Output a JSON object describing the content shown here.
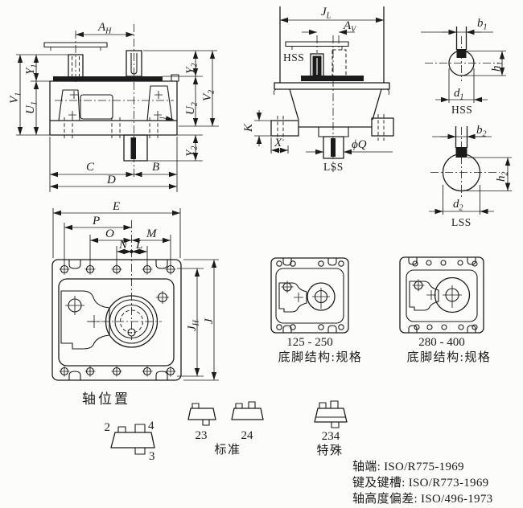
{
  "colors": {
    "ink": "#1b1b1b",
    "paper": "#fcfcfa"
  },
  "labels": {
    "ah": {
      "b": "A",
      "s": "H"
    },
    "av": {
      "b": "A",
      "s": "V"
    },
    "jl": {
      "b": "J",
      "s": "L"
    },
    "jh": {
      "b": "J",
      "s": "H"
    },
    "j": "J",
    "v1": {
      "b": "V",
      "s": "1"
    },
    "u1": {
      "b": "U",
      "s": "1"
    },
    "y1": {
      "b": "Y",
      "s": "1"
    },
    "v2": {
      "b": "V",
      "s": "2"
    },
    "u2": {
      "b": "U",
      "s": "2"
    },
    "y2": {
      "b": "Y",
      "s": "2"
    },
    "c": "C",
    "b": "B",
    "d": "D",
    "e": "E",
    "p": "P",
    "o": "O",
    "n": "N",
    "l": "L",
    "m": "M",
    "k": "K",
    "x": "X",
    "phi_q": "ϕQ",
    "hss": "HSS",
    "lss": "LSS",
    "b1": {
      "b": "b",
      "s": "1"
    },
    "h1": {
      "b": "h",
      "s": "1"
    },
    "d1": {
      "b": "d",
      "s": "1"
    },
    "b2": {
      "b": "b",
      "s": "2"
    },
    "h2": {
      "b": "h",
      "s": "2"
    },
    "d2": {
      "b": "d",
      "s": "2"
    }
  },
  "captions": {
    "shaft_position": "轴位置",
    "foot_small_range": "125 - 250",
    "foot_large_range": "280 - 400",
    "foot_structure_spec": "底脚结构:规格",
    "standard": "标准",
    "special": "特殊",
    "pos_2": "2",
    "pos_3": "3",
    "pos_4": "4",
    "code_23": "23",
    "code_24": "24",
    "code_234": "234"
  },
  "standards": {
    "shaft_ends": "轴端: ISO/R775-1969",
    "keys_keyways": "键及键槽: ISO/R773-1969",
    "shaft_height_tolerance": "轴高度偏差: ISO/496-1973"
  }
}
